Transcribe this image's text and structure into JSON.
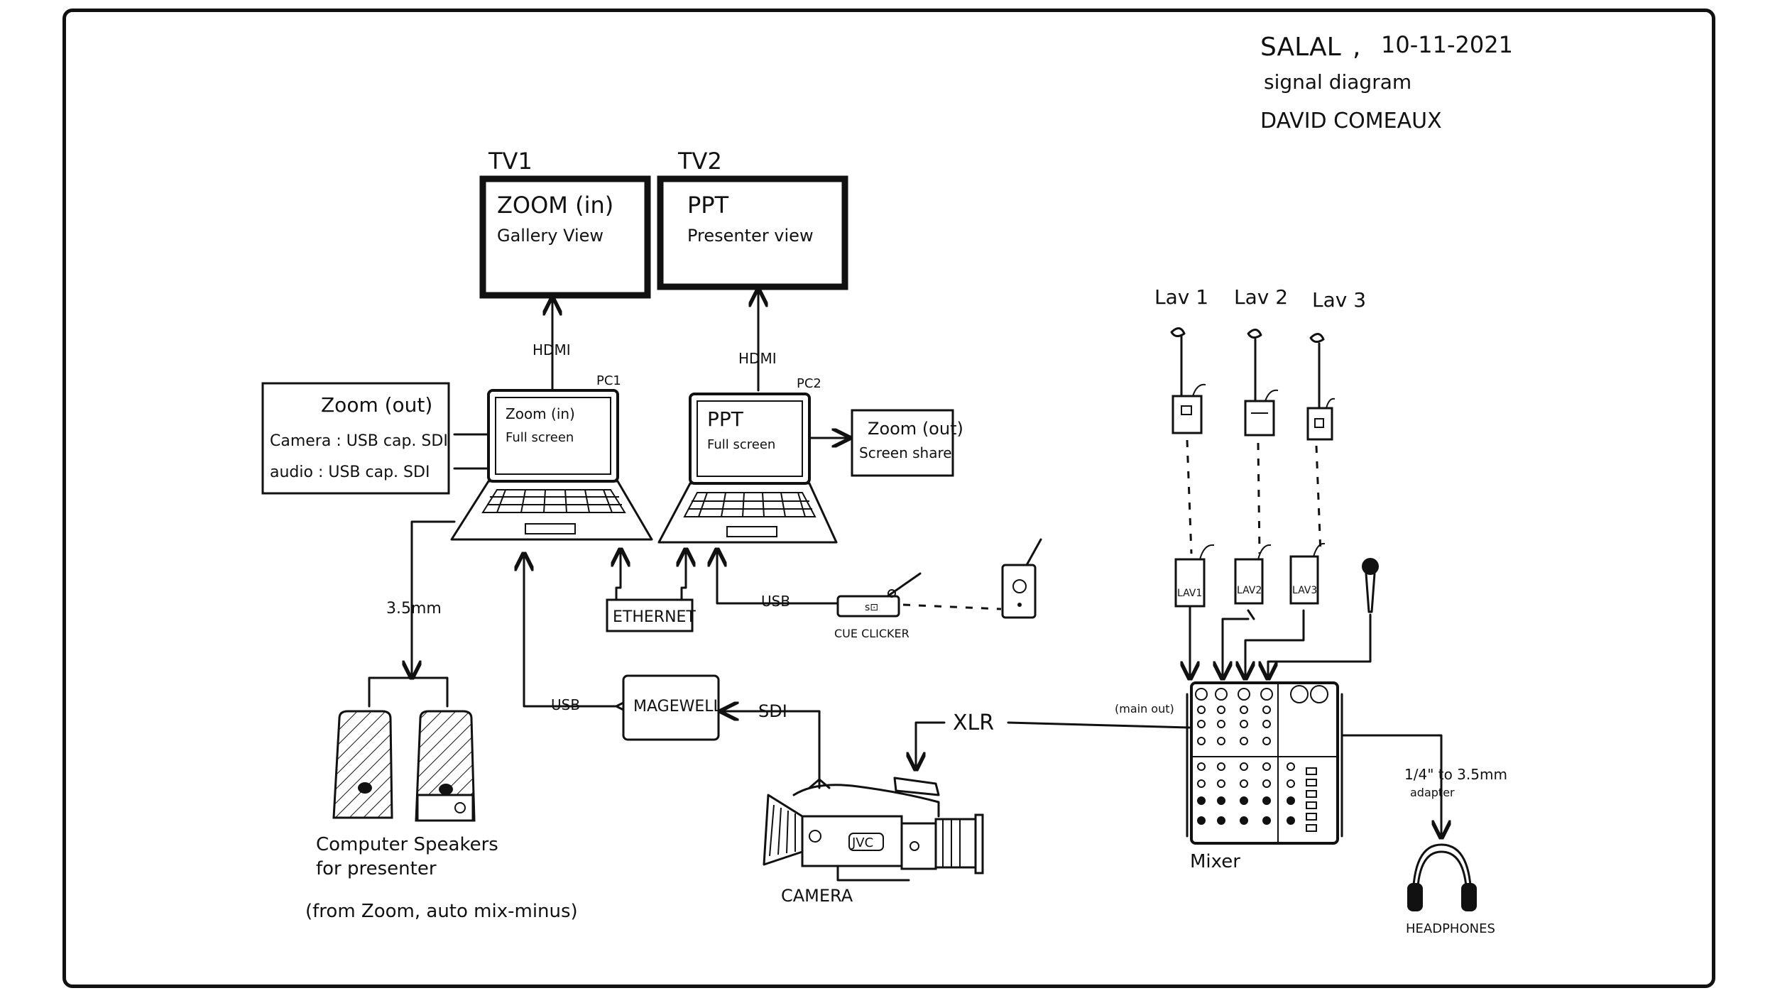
{
  "header": {
    "title": "SALAL",
    "date": "10-11-2021",
    "subtitle": "signal diagram",
    "author": "DAVID COMEAUX"
  },
  "tv1": {
    "label": "TV1",
    "line1": "ZOOM (in)",
    "line2": "Gallery View"
  },
  "tv2": {
    "label": "TV2",
    "line1": "PPT",
    "line2": "Presenter view"
  },
  "pc1": {
    "label": "PC1",
    "screen1": "Zoom (in)",
    "screen2": "Full screen",
    "hdmi": "HDMI"
  },
  "pc2": {
    "label": "PC2",
    "screen1": "PPT",
    "screen2": "Full screen",
    "hdmi": "HDMI"
  },
  "zoom_out_box": {
    "title": "Zoom (out)",
    "camera_line": "Camera : USB cap. SDI",
    "audio_line": "audio : USB cap. SDI"
  },
  "zoom_share_box": {
    "line1": "Zoom (out)",
    "line2": "Screen share"
  },
  "ethernet": "ETHERNET",
  "usb_cue": "USB",
  "cue_clicker": "CUE CLICKER",
  "cable_35": "3.5mm",
  "speakers": {
    "line1": "Computer Speakers",
    "line2": "for presenter",
    "line3": "(from Zoom, auto mix-minus)"
  },
  "usb_magewell": "USB",
  "magewell": "MAGEWELL",
  "sdi": "SDI",
  "camera": {
    "label": "CAMERA",
    "brand": "JVC"
  },
  "xlr": "XLR",
  "main_out": "(main out)",
  "mixer": "Mixer",
  "lavs": [
    "Lav 1",
    "Lav 2",
    "Lav 3"
  ],
  "receivers": [
    "LAV1",
    "LAV2",
    "LAV3"
  ],
  "adapter": {
    "line1": "1/4\" to 3.5mm",
    "line2": "adapter"
  },
  "headphones": "HEADPHONES"
}
